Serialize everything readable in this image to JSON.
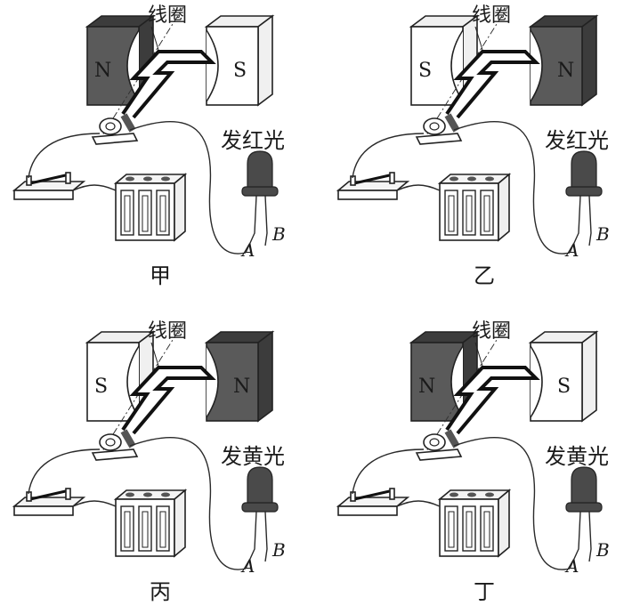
{
  "panels": [
    {
      "caption": "甲",
      "coil_label": "线圈",
      "left_pole": "N",
      "right_pole": "S",
      "left_dark": true,
      "right_dark": false,
      "led_text": "发红光",
      "lead_a": "A",
      "lead_b": "B"
    },
    {
      "caption": "乙",
      "coil_label": "线圈",
      "left_pole": "S",
      "right_pole": "N",
      "left_dark": false,
      "right_dark": true,
      "led_text": "发红光",
      "lead_a": "A",
      "lead_b": "B"
    },
    {
      "caption": "丙",
      "coil_label": "线圈",
      "left_pole": "S",
      "right_pole": "N",
      "left_dark": false,
      "right_dark": true,
      "led_text": "发黄光",
      "lead_a": "A",
      "lead_b": "B"
    },
    {
      "caption": "丁",
      "coil_label": "线圈",
      "left_pole": "N",
      "right_pole": "S",
      "left_dark": true,
      "right_dark": false,
      "led_text": "发黄光",
      "lead_a": "A",
      "lead_b": "B"
    }
  ],
  "colors": {
    "dark_magnet": "#5a5a5a",
    "dark_magnet_side": "#3c3c3c",
    "light_magnet": "#ffffff",
    "light_magnet_side": "#f0f0f0",
    "led": "#4a4a4a",
    "stroke": "#222222"
  }
}
